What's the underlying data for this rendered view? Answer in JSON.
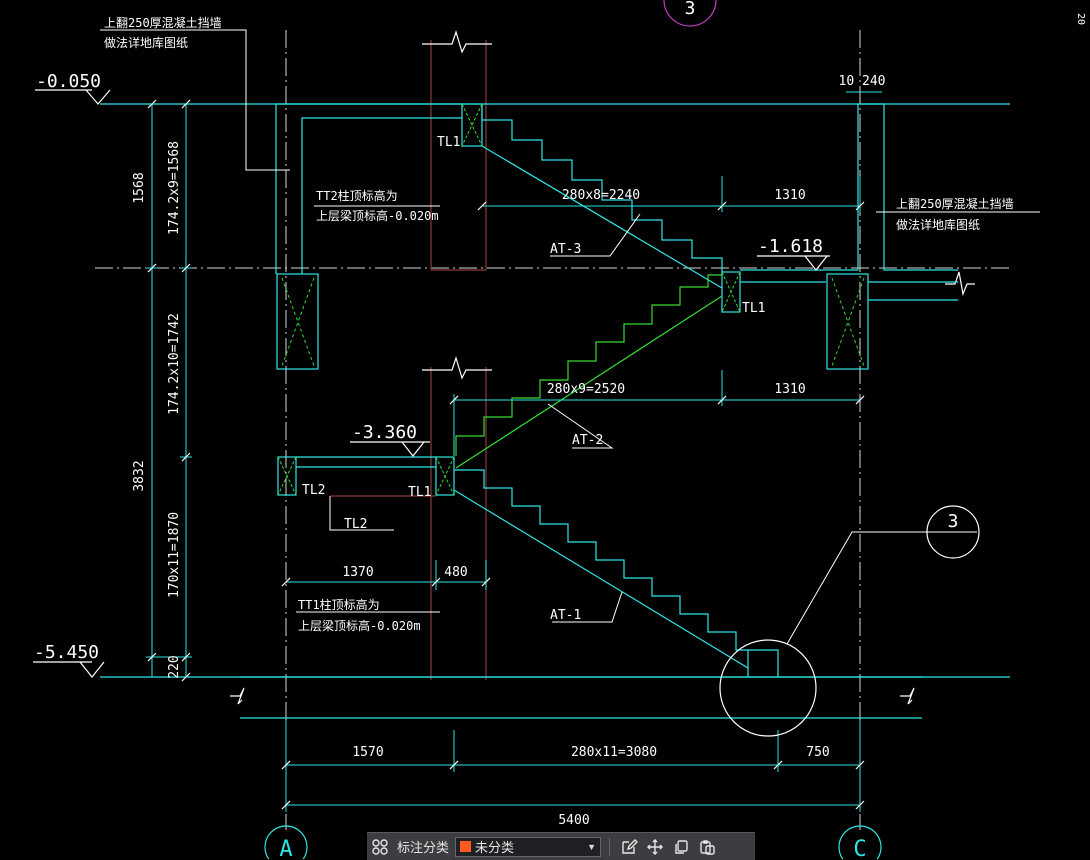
{
  "colors": {
    "background": "#000000",
    "dimension_cyan": "#2ee6e6",
    "stair_green": "#33dd33",
    "wall_maroon": "#8a3b3b",
    "text_white": "#ffffff",
    "swatch_orange": "#ff5a1f"
  },
  "elevations": {
    "top": "-0.050",
    "mid": "-1.618",
    "landing": "-3.360",
    "bottom": "-5.450"
  },
  "notes": {
    "wall_left_line1": "上翻250厚混凝土挡墙",
    "wall_left_line2": "做法详地库图纸",
    "wall_right_line1": "上翻250厚混凝土挡墙",
    "wall_right_line2": "做法详地库图纸",
    "tt2_line1": "TT2柱顶标高为",
    "tt2_line2": "上层梁顶标高-0.020m",
    "tt1_line1": "TT1柱顶标高为",
    "tt1_line2": "上层梁顶标高-0.020m"
  },
  "labels": {
    "tl1_top": "TL1",
    "tl1_mid": "TL1",
    "tl1_landing": "TL1",
    "tl2_a": "TL2",
    "tl2_b": "TL2",
    "at3": "AT-3",
    "at2": "AT-2",
    "at1": "AT-1",
    "detail_ref": "3",
    "axis_a": "A",
    "axis_c": "C",
    "axis_top": "3"
  },
  "dims": {
    "h_280x8": "280x8=2240",
    "h_1310_top": "1310",
    "h_280x9": "280x9=2520",
    "h_1310_mid": "1310",
    "h_1370": "1370",
    "h_480": "480",
    "h_1570": "1570",
    "h_280x11": "280x11=3080",
    "h_750": "750",
    "h_5400": "5400",
    "h_10_240": "10 240",
    "v_1568": "1568",
    "v_174x9": "174.2x9=1568",
    "v_174x10": "174.2x10=1742",
    "v_3832": "3832",
    "v_170x11": "170x11=1870",
    "v_220": "220",
    "edge_number": "20"
  },
  "toolbar": {
    "category_label": "标注分类",
    "category_value": "未分类"
  }
}
